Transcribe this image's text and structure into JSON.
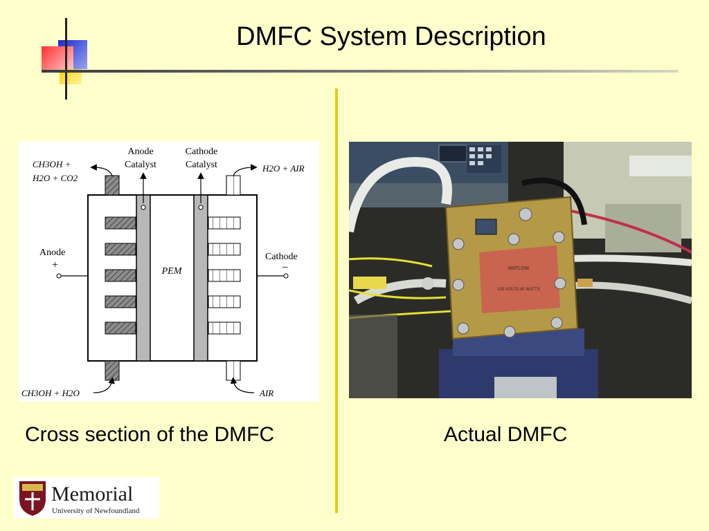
{
  "slide": {
    "title": "DMFC System Description",
    "caption_left": "Cross section of the DMFC",
    "caption_right": "Actual DMFC"
  },
  "diagram": {
    "anode_catalyst": [
      "Anode",
      "Catalyst"
    ],
    "cathode_catalyst": [
      "Cathode",
      "Catalyst"
    ],
    "anode_label": "Anode",
    "anode_sign": "+",
    "cathode_label": "Cathode",
    "cathode_sign": "−",
    "pem_label": "PEM",
    "top_left_flow": [
      "CH3OH +",
      "H2O + CO2"
    ],
    "top_right_flow": "H2O + AIR",
    "bottom_left_flow": "CH3OH + H2O",
    "bottom_right_flow": "AIR"
  },
  "photo": {
    "label_text": [
      "WATLOW",
      "120 VOLTS 40 WATTS"
    ]
  },
  "logo": {
    "name": "Memorial",
    "subtitle": "University of Newfoundland"
  },
  "colors": {
    "background": "#ffffcc",
    "divider": "#e8c81a",
    "accent_red": "#ff3333",
    "accent_blue": "#2233cc",
    "accent_yellow": "#ffdd22",
    "logo_maroon": "#7a1420"
  }
}
